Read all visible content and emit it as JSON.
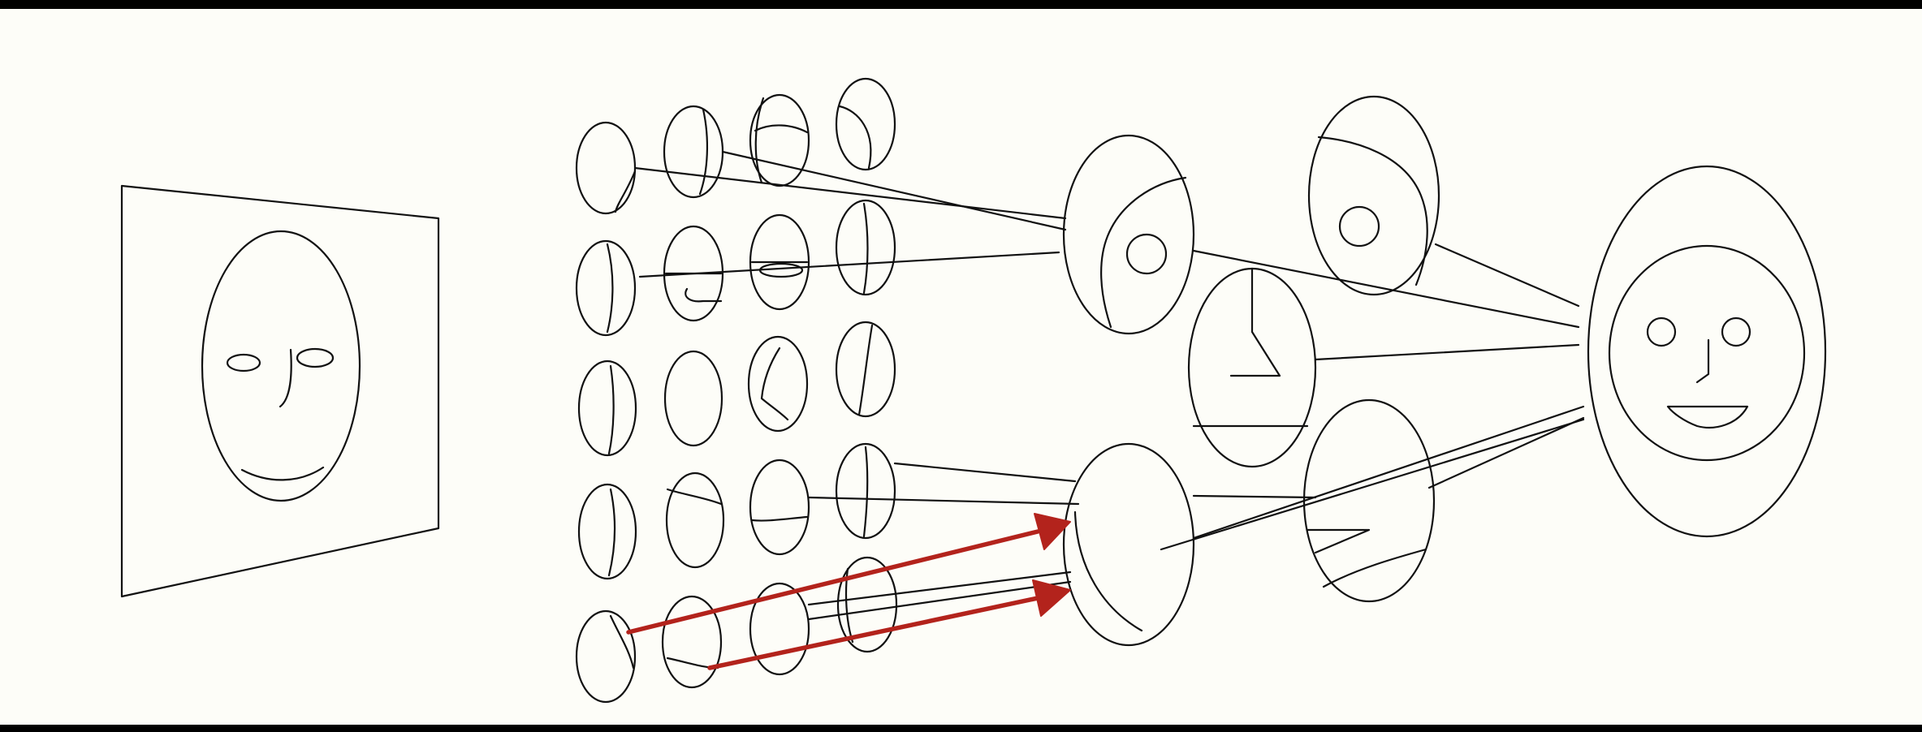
{
  "diagram": {
    "kind": "hierarchical feature detection illustration",
    "stages": [
      "input-image",
      "edge-feature-units",
      "part-feature-units",
      "face-unit"
    ],
    "edge_unit_grid": {
      "rows": 5,
      "columns": 4
    },
    "colors": {
      "background": "#fdfdf8",
      "frame": "#000000",
      "line": "#111111",
      "highlight_arrow": "#b3231c"
    },
    "highlight_arrows": 2
  }
}
